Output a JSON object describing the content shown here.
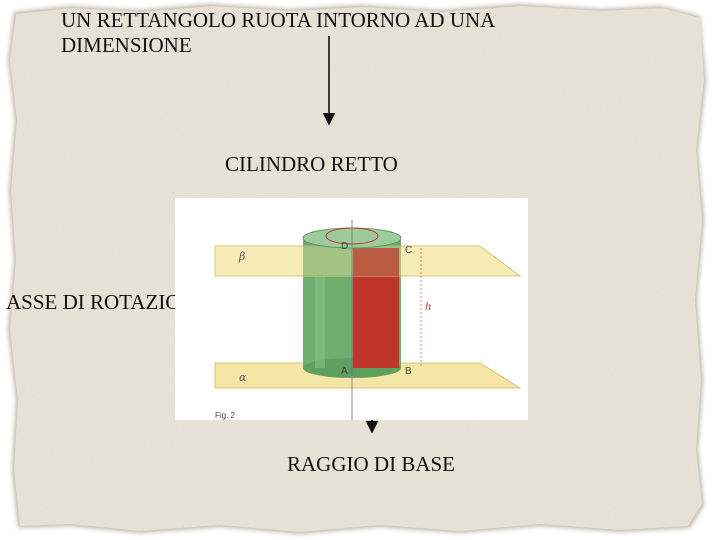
{
  "slide": {
    "title_line1": "UN RETTANGOLO RUOTA INTORNO AD UNA",
    "title_line2": "DIMENSIONE",
    "subtitle": "CILINDRO RETTO",
    "axis_label": "ASSE DI ROTAZIONE",
    "radius_label": "RAGGIO DI BASE"
  },
  "figure": {
    "point_d": "D",
    "point_c": "C",
    "point_a": "A",
    "point_b": "B",
    "plane_top": "β",
    "plane_bottom": "α",
    "height": "h",
    "caption": "Fig. 2"
  },
  "colors": {
    "paper": "#ebe6d9",
    "plane": "#f5e6a8",
    "cylinder": "#6fae6f",
    "rectangle": "#c0352b"
  }
}
